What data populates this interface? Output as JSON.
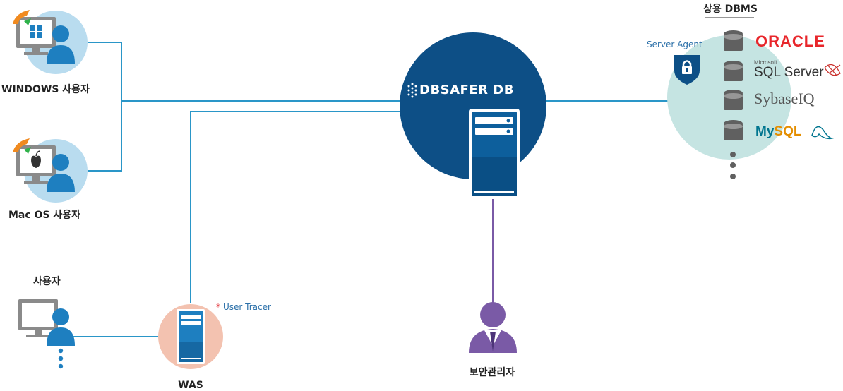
{
  "title": "상용 DBMS",
  "nodes": {
    "windows_user": "WINDOWS 사용자",
    "mac_user": "Mac OS 사용자",
    "user": "사용자",
    "was": "WAS",
    "user_tracer": "User Tracer",
    "dbsafer": "DBSAFER DB",
    "admin": "보안관리자",
    "server_agent": "Server Agent"
  },
  "dbms": {
    "oracle": "ORACLE",
    "sql_microsoft": "Microsoft",
    "sql_server": "SQL Server",
    "sybase": "SybaseIQ",
    "mysql_my": "My",
    "mysql_sql": "SQL"
  },
  "colors": {
    "dbsafer_circle": "#0d4f86",
    "dbms_circle": "#c5e4e2",
    "client_circle": "#b9dcef",
    "was_circle": "#f3c2b0",
    "admin_purple": "#6e4f9b",
    "line_blue": "#2a96c8",
    "line_purple": "#7a5aa6",
    "accent_orange": "#f08a20"
  },
  "icons": [
    "windows-logo-icon",
    "apple-logo-icon",
    "monitor-icon",
    "person-icon",
    "server-icon",
    "lock-icon",
    "database-icon",
    "more-dots-icon",
    "shield-icon"
  ]
}
